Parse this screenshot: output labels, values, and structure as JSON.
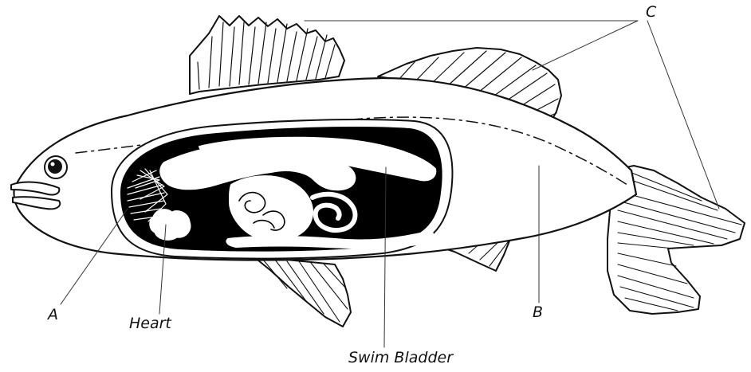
{
  "labels": {
    "a": "A",
    "heart": "Heart",
    "b": "B",
    "c": "C",
    "swim_bladder": "Swim Bladder"
  },
  "colors": {
    "ink": "#111111",
    "fill_body": "#ffffff",
    "fill_cavity": "#000000"
  }
}
